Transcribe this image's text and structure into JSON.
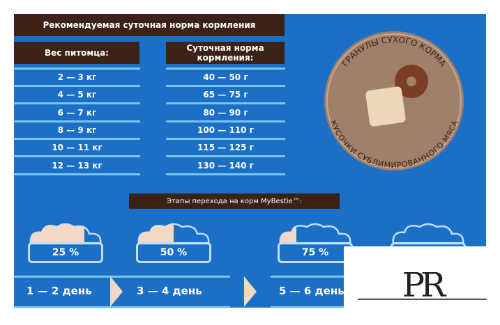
{
  "feeding_table": {
    "title": "Рекомендуемая суточная норма кормления",
    "col_weight": "Вес питомца:",
    "col_norm": "Суточная норма кормления:",
    "rows": [
      {
        "weight": "2 — 3 кг",
        "norm": "40 — 50 г"
      },
      {
        "weight": "4 — 5 кг",
        "norm": "65 — 75 г"
      },
      {
        "weight": "6 — 7 кг",
        "norm": "80 — 90 г"
      },
      {
        "weight": "8 — 9 кг",
        "norm": "100 — 110 г"
      },
      {
        "weight": "10 — 11 кг",
        "norm": "115 — 125 г"
      },
      {
        "weight": "12 — 13 кг",
        "norm": "130 — 140 г"
      }
    ]
  },
  "badge": {
    "top_text": "ГРАНУЛЫ СУХОГО КОРМА",
    "bottom_text": "КУСОЧКИ СУБЛИМИРОВАННОГО МЯСА"
  },
  "transition": {
    "title": "Этапы перехода на корм MyBestie™:",
    "bowls": [
      {
        "percent": "25 %",
        "fill": 0.75
      },
      {
        "percent": "50 %",
        "fill": 0.5
      },
      {
        "percent": "75 %",
        "fill": 0.25
      },
      {
        "percent": "",
        "fill": 0
      }
    ],
    "steps": [
      "1 — 2 день",
      "3 — 4 день",
      "5 — 6 день"
    ]
  },
  "logo": {
    "text": "PR"
  },
  "colors": {
    "blue": "#1b6fc6",
    "brown": "#3b2116",
    "light": "#7cc4f2",
    "beige": "#f3d8c6"
  }
}
